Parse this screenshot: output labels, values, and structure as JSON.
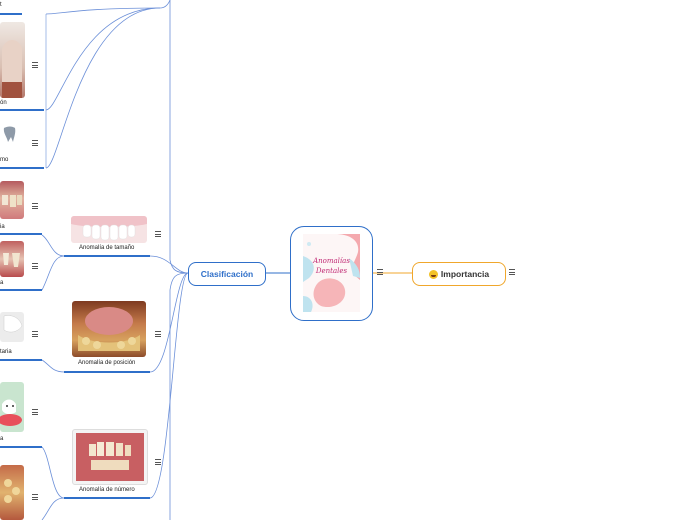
{
  "map": {
    "central": {
      "title_line1": "Anomalías",
      "title_line2": "Dentales"
    },
    "branches": {
      "clasificacion": "Clasificación",
      "importancia": "Importancia"
    },
    "subtopics": {
      "tamano": "Anomalía de tamaño",
      "posicion": "Anomalía de posición",
      "numero": "Anomalía de número"
    },
    "cut_labels": {
      "a": "t",
      "b": "ón",
      "c": "mo",
      "d": "ia",
      "e": "a",
      "f": "taria",
      "g": "a"
    }
  },
  "colors": {
    "blue_branch": "#2f6fc9",
    "orange_branch": "#f0a72c"
  }
}
